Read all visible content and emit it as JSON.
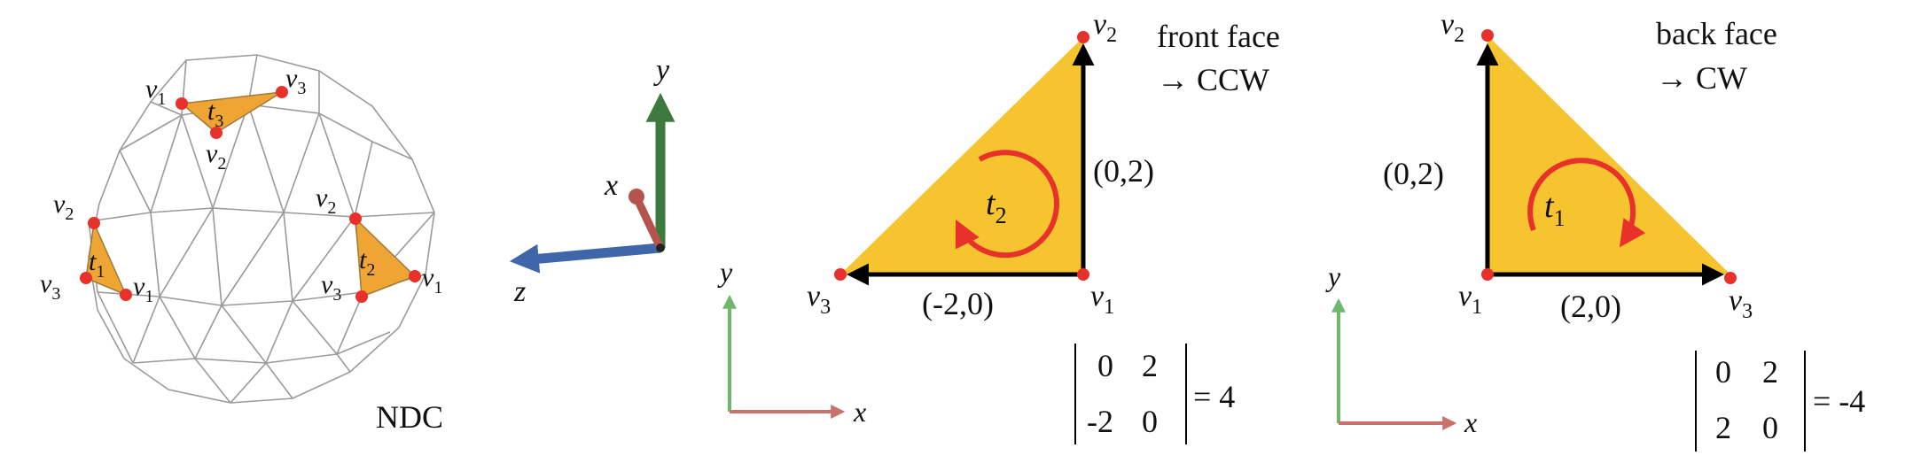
{
  "ndc_panel": {
    "label": "NDC",
    "triangles": [
      {
        "name": "t3",
        "sub": "3",
        "vertex_labels": [
          {
            "v": "v",
            "sub": "1"
          },
          {
            "v": "v",
            "sub": "3"
          },
          {
            "v": "v",
            "sub": "2"
          }
        ]
      },
      {
        "name": "t1",
        "sub": "1",
        "vertex_labels": [
          {
            "v": "v",
            "sub": "2"
          },
          {
            "v": "v",
            "sub": "3"
          },
          {
            "v": "v",
            "sub": "1"
          }
        ]
      },
      {
        "name": "t2",
        "sub": "2",
        "vertex_labels": [
          {
            "v": "v",
            "sub": "2"
          },
          {
            "v": "v",
            "sub": "3"
          },
          {
            "v": "v",
            "sub": "1"
          }
        ]
      }
    ]
  },
  "axes3d": {
    "x": "x",
    "y": "y",
    "z": "z"
  },
  "front_panel": {
    "title_line1": "front face",
    "title_line2": "→ CCW",
    "triangle": {
      "t": "t",
      "sub": "2"
    },
    "vertical_edge_label": "(0,2)",
    "horizontal_edge_label": "(-2,0)",
    "v1": {
      "v": "v",
      "sub": "1"
    },
    "v2": {
      "v": "v",
      "sub": "2"
    },
    "v3": {
      "v": "v",
      "sub": "3"
    },
    "axis_x": "x",
    "axis_y": "y",
    "determinant": {
      "a11": "0",
      "a12": "2",
      "a21": "-2",
      "a22": "0",
      "result": "= 4"
    }
  },
  "back_panel": {
    "title_line1": "back face",
    "title_line2": "→ CW",
    "triangle": {
      "t": "t",
      "sub": "1"
    },
    "vertical_edge_label": "(0,2)",
    "horizontal_edge_label": "(2,0)",
    "v1": {
      "v": "v",
      "sub": "1"
    },
    "v2": {
      "v": "v",
      "sub": "2"
    },
    "v3": {
      "v": "v",
      "sub": "3"
    },
    "axis_x": "x",
    "axis_y": "y",
    "determinant": {
      "a11": "0",
      "a12": "2",
      "a21": "2",
      "a22": "0",
      "result": "= -4"
    }
  },
  "colors": {
    "triangle_fill": "#f6c42f",
    "ndc_triangle_fill": "#efa534",
    "vertex_dot": "#e8312a",
    "rotation_arrow": "#e8312a",
    "axis_x": "#c9716b",
    "axis_y": "#6fb86f",
    "axis3d_y": "#3d7a3d",
    "axis3d_z": "#3f66a8",
    "axis3d_x": "#b5544e"
  }
}
